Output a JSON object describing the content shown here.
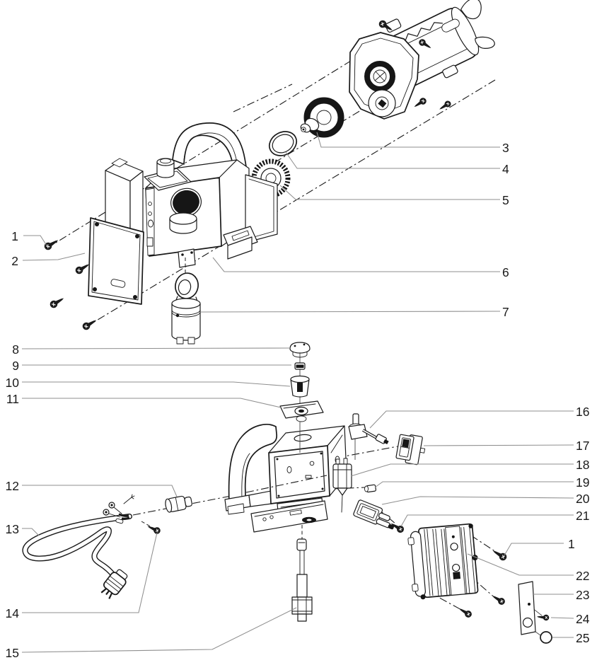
{
  "diagram": {
    "type": "exploded-parts-diagram",
    "background_color": "#ffffff",
    "line_color": "#1a1a1a",
    "leader_color": "#8f8f8f",
    "callouts": {
      "c1": "1",
      "c2": "2",
      "c3": "3",
      "c4": "4",
      "c5": "5",
      "c6": "6",
      "c7": "7",
      "c8": "8",
      "c9": "9",
      "c10": "10",
      "c11": "11",
      "c12": "12",
      "c13": "13",
      "c14": "14",
      "c15": "15",
      "c16": "16",
      "c17": "17",
      "c18": "18",
      "c19": "19",
      "c20": "20",
      "c21": "21",
      "c1b": "1",
      "c22": "22",
      "c23": "23",
      "c24": "24",
      "c25": "25"
    }
  }
}
